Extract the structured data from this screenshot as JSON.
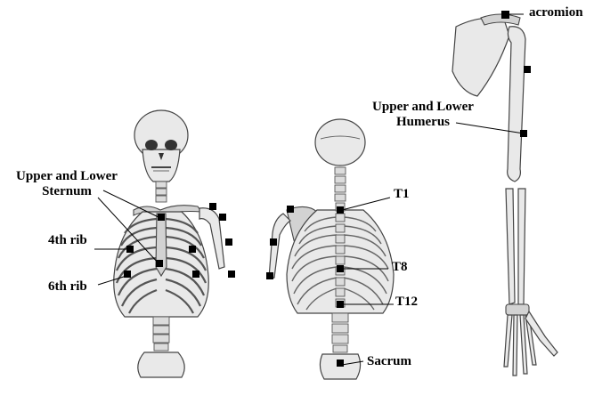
{
  "labels": {
    "acromion": "acromion",
    "upper_lower_sternum": [
      "Upper and Lower",
      "Sternum"
    ],
    "fourth_rib": "4th rib",
    "sixth_rib": "6th rib",
    "t1": "T1",
    "t8": "T8",
    "t12": "T12",
    "sacrum": "Sacrum",
    "upper_lower_humerus": [
      "Upper and Lower",
      "Humerus"
    ]
  }
}
